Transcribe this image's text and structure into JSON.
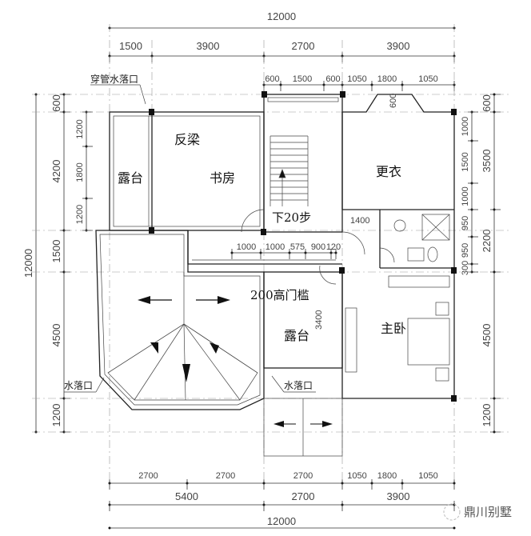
{
  "title": "二层平面图",
  "rooms": {
    "balcony_upper_left": "露台",
    "study": "书房",
    "reverse_beam": "反梁",
    "dressing": "更衣",
    "stair_down": "下20步",
    "threshold": "200高门槛",
    "balcony_center": "露台",
    "master_bedroom": "主卧"
  },
  "notes": {
    "pipe_drain": "穿管水落口",
    "drain_left": "水落口",
    "drain_right": "水落口",
    "dim_1400": "1400",
    "dim_3400": "3400",
    "bay_600": "600"
  },
  "dimensions": {
    "top_total": "12000",
    "top_axes": [
      "1500",
      "3900",
      "2700",
      "3900"
    ],
    "top_detail": [
      "600",
      "1500",
      "600",
      "1050",
      "1800",
      "1050"
    ],
    "corridor": [
      "1000",
      "1000",
      "575",
      "900",
      "120"
    ],
    "left_total": "12000",
    "left_axes": [
      "600",
      "4200",
      "1500",
      "4500",
      "1200"
    ],
    "left_detail": [
      "1200",
      "1800",
      "1200"
    ],
    "right_detail": [
      "1000",
      "1500",
      "1000",
      "950",
      "950",
      "300"
    ],
    "right_axes": [
      "600",
      "3500",
      "2200",
      "4500",
      "1200"
    ],
    "bottom_detail": [
      "2700",
      "2700",
      "2700",
      "1050",
      "1800",
      "1050"
    ],
    "bottom_axes": [
      "5400",
      "2700",
      "3900"
    ],
    "bottom_total": "12000"
  },
  "watermark": "鼎川别墅"
}
